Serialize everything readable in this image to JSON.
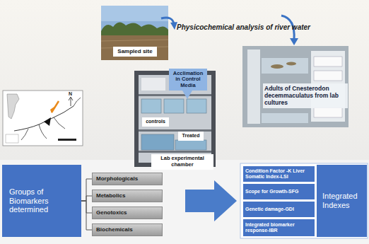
{
  "diagram": {
    "nodes": [
      {
        "text": [
          "Sampled site"
        ]
      },
      {
        "text": [
          "Acclimation in Control Media"
        ]
      },
      {
        "text": [
          "controls"
        ]
      },
      {
        "text": [
          "Treated"
        ]
      },
      {
        "text": [
          "Lab experimental chamber"
        ]
      },
      {
        "text": [
          "Groups of Biomarkers determined"
        ]
      },
      {
        "text": [
          "Morphologicals"
        ]
      },
      {
        "text": [
          "Metabolics"
        ]
      },
      {
        "text": [
          "Genotoxics"
        ]
      },
      {
        "text": [
          "Biochemicals"
        ]
      },
      {
        "text": [
          "Condition Factor -K Liver Somatic Index-LSI"
        ]
      },
      {
        "text": [
          "Scope for Growth-SFG"
        ]
      },
      {
        "text": [
          "Genetic damage-GDI"
        ]
      },
      {
        "text": [
          "Integrated biomarker response-IBR"
        ]
      },
      {
        "text": [
          "Integrated Indexes"
        ]
      }
    ],
    "edges": [
      {
        "from": 5,
        "to": 6,
        "arrow": "none"
      },
      {
        "from": 5,
        "to": 7,
        "arrow": "none"
      },
      {
        "from": 5,
        "to": 8,
        "arrow": "none"
      },
      {
        "from": 5,
        "to": 9,
        "arrow": "none"
      }
    ],
    "labels": [
      "Physicochemical analysis of river water",
      "Adults of Cnesterodon decemmaculatus from lab cultures",
      "N"
    ]
  }
}
